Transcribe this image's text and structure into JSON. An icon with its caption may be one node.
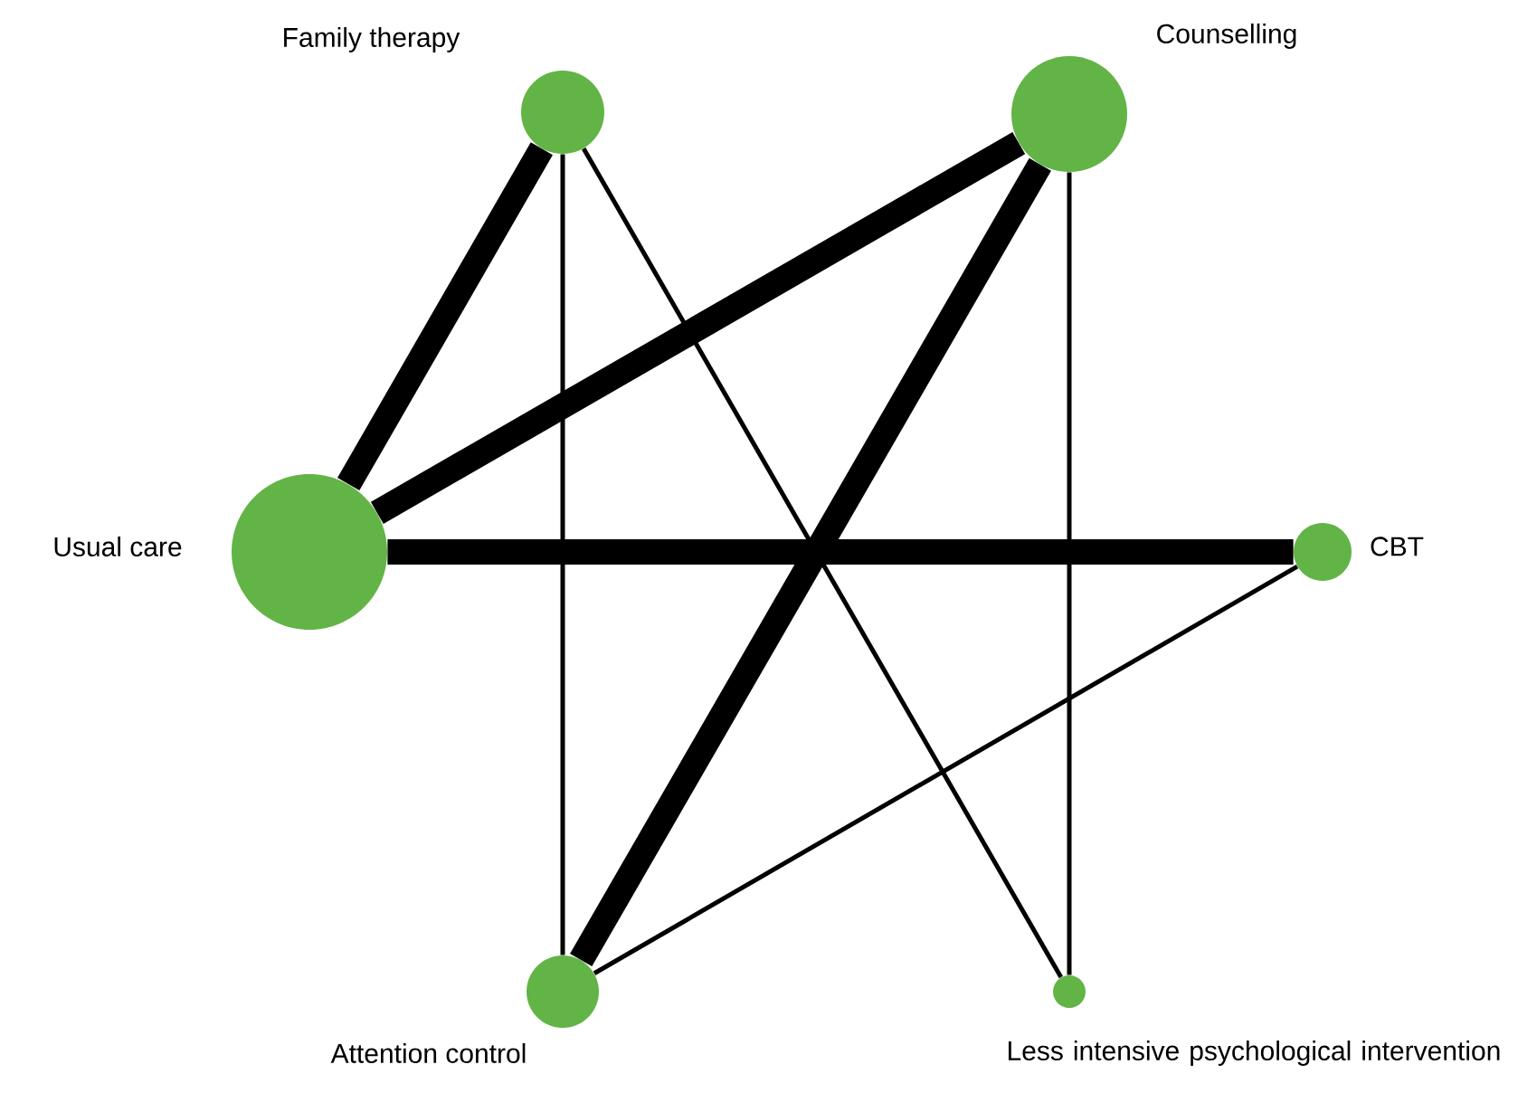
{
  "diagram": {
    "nodes": [
      {
        "text": [
          "Family therapy"
        ]
      },
      {
        "text": [
          "Counselling"
        ]
      },
      {
        "text": [
          "Usual care"
        ]
      },
      {
        "text": [
          "CBT"
        ]
      },
      {
        "text": [
          "Attention control"
        ]
      },
      {
        "text": [
          "Less intensive psychological intervention"
        ]
      }
    ],
    "edges": [
      {
        "from": 0,
        "to": 2,
        "arrow": "none",
        "style": "thick"
      },
      {
        "from": 1,
        "to": 2,
        "arrow": "none",
        "style": "thick"
      },
      {
        "from": 2,
        "to": 3,
        "arrow": "none",
        "style": "thick"
      },
      {
        "from": 1,
        "to": 4,
        "arrow": "none",
        "style": "thick"
      },
      {
        "from": 0,
        "to": 4,
        "arrow": "none"
      },
      {
        "from": 0,
        "to": 5,
        "arrow": "none"
      },
      {
        "from": 1,
        "to": 5,
        "arrow": "none"
      },
      {
        "from": 3,
        "to": 4,
        "arrow": "none"
      }
    ]
  }
}
